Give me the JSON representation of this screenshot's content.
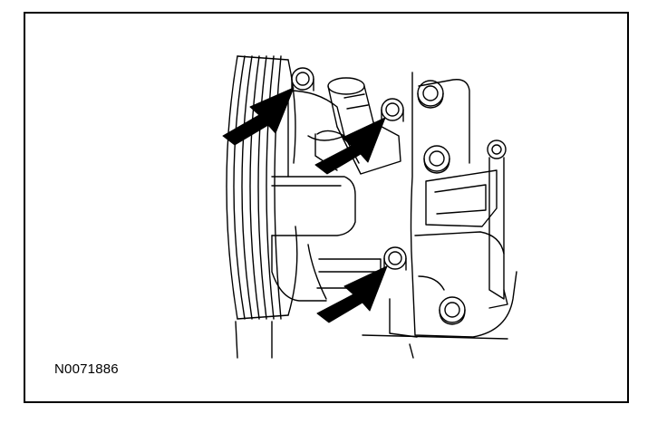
{
  "figure": {
    "id_label": "N0071886"
  },
  "colors": {
    "line": "#000000",
    "background": "#ffffff"
  },
  "callouts": {
    "arrow_count": 3,
    "bolt_count": 6
  }
}
